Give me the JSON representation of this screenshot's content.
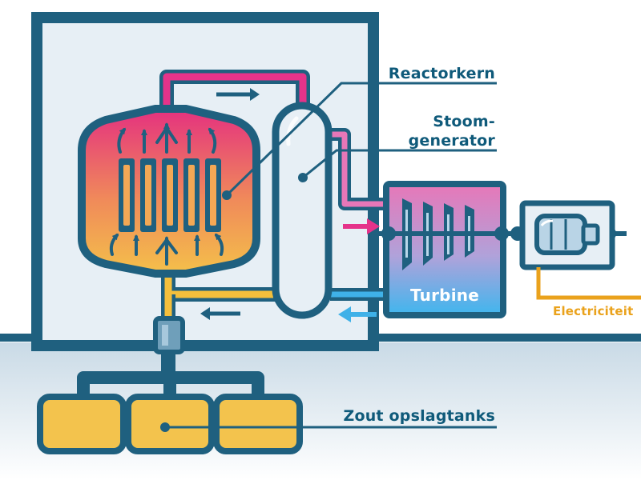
{
  "labels": {
    "reactor_core": "Reactorkern",
    "steam_generator_line1": "Stoom-",
    "steam_generator_line2": "generator",
    "turbine": "Turbine",
    "electricity": "Electriciteit",
    "salt_tanks": "Zout opslagtanks"
  },
  "colors": {
    "outline": "#1f607f",
    "building_fill": "#e7eff5",
    "ground": "#d9e5ee",
    "hot_pipe": "#e5338a",
    "cold_pipe": "#f3bf3c",
    "water_pipe": "#3fb1e8",
    "electric_line": "#eaa21c",
    "tank_fill": "#f3c34d",
    "label_text": "#0f5a7a"
  }
}
